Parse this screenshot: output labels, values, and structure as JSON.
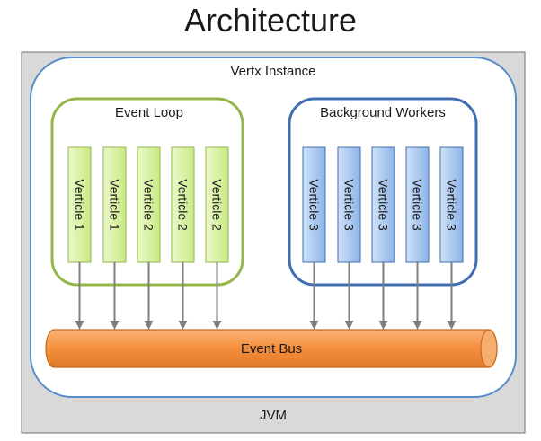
{
  "title": "Architecture",
  "jvm_label": "JVM",
  "instance_label": "Vertx Instance",
  "event_loop": {
    "label": "Event Loop",
    "verticles": [
      "Verticle 1",
      "Verticle 1",
      "Verticle 2",
      "Verticle 2",
      "Verticle 2"
    ]
  },
  "background_workers": {
    "label": "Background Workers",
    "verticles": [
      "Verticle 3",
      "Verticle 3",
      "Verticle 3",
      "Verticle 3",
      "Verticle 3"
    ]
  },
  "event_bus_label": "Event Bus",
  "colors": {
    "jvm_fill": "#d9d9d9",
    "instance_border": "#5b8bc9",
    "event_loop_border": "#93b64a",
    "event_loop_verticle": "#d9f2a6",
    "workers_border": "#3f6fb0",
    "workers_verticle": "#a9c8f0",
    "event_bus": "#f59a4a",
    "arrow": "#7f7f7f"
  }
}
